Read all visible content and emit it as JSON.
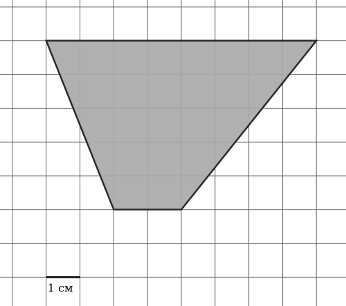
{
  "diagram": {
    "grid": {
      "columns": 10,
      "rows": 9,
      "line_color": "#6b6b6b"
    },
    "trapezoid": {
      "vertices_in_cells": [
        [
          1,
          1
        ],
        [
          9,
          1
        ],
        [
          5,
          6
        ],
        [
          3,
          6
        ]
      ],
      "fill_color": "#a9a9a9",
      "stroke_color": "#2a2a2a"
    },
    "scale_bar": {
      "length_cells": 1,
      "label": "1 см"
    }
  }
}
